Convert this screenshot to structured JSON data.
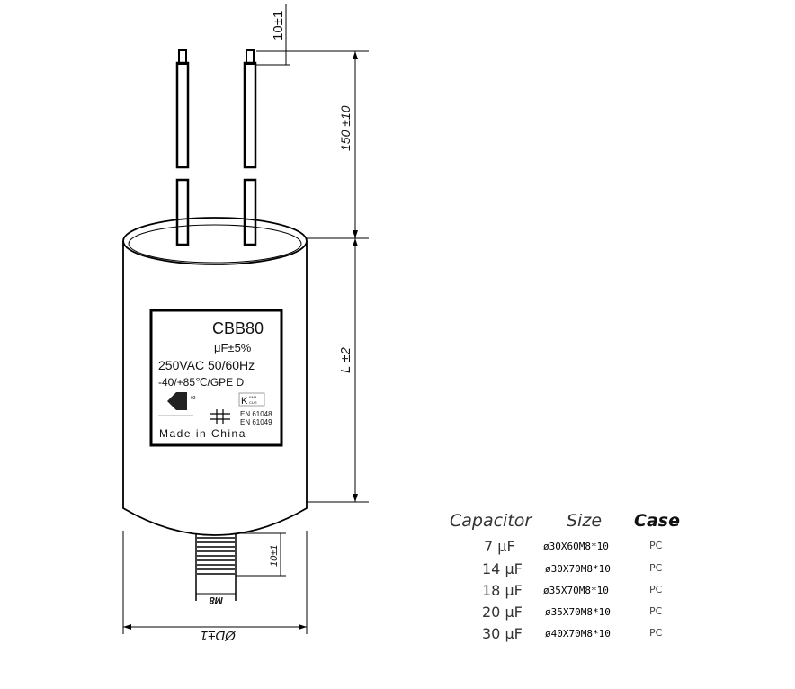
{
  "label": {
    "model": "CBB80",
    "tolerance": "μF±5%",
    "rating": "250VAC 50/60Hz",
    "climate": "-40/+85℃/GPE D",
    "standard1": "EN 61048",
    "standard2": "EN 61049",
    "origin": "Made in China",
    "logo_enec": "ENEC 03",
    "logo_kema": "KEMA CUR"
  },
  "dimensions": {
    "wire_strip": "10±1",
    "wire_length": "150 ±10",
    "body_length": "L ±2",
    "stud_length": "10±1",
    "stud_thread": "M8",
    "diameter": "ØD±1"
  },
  "table": {
    "headers": [
      "Capacitor",
      "Size",
      "Case"
    ],
    "rows": [
      {
        "capacitor": "7 μF",
        "size": "ø30X60M8*10",
        "case": "PC"
      },
      {
        "capacitor": "14 μF",
        "size": "ø30X70M8*10",
        "case": "PC"
      },
      {
        "capacitor": "18 μF",
        "size": "ø35X70M8*10",
        "case": "PC"
      },
      {
        "capacitor": "20 μF",
        "size": "ø35X70M8*10",
        "case": "PC"
      },
      {
        "capacitor": "30 μF",
        "size": "ø40X70M8*10",
        "case": "PC"
      }
    ]
  }
}
